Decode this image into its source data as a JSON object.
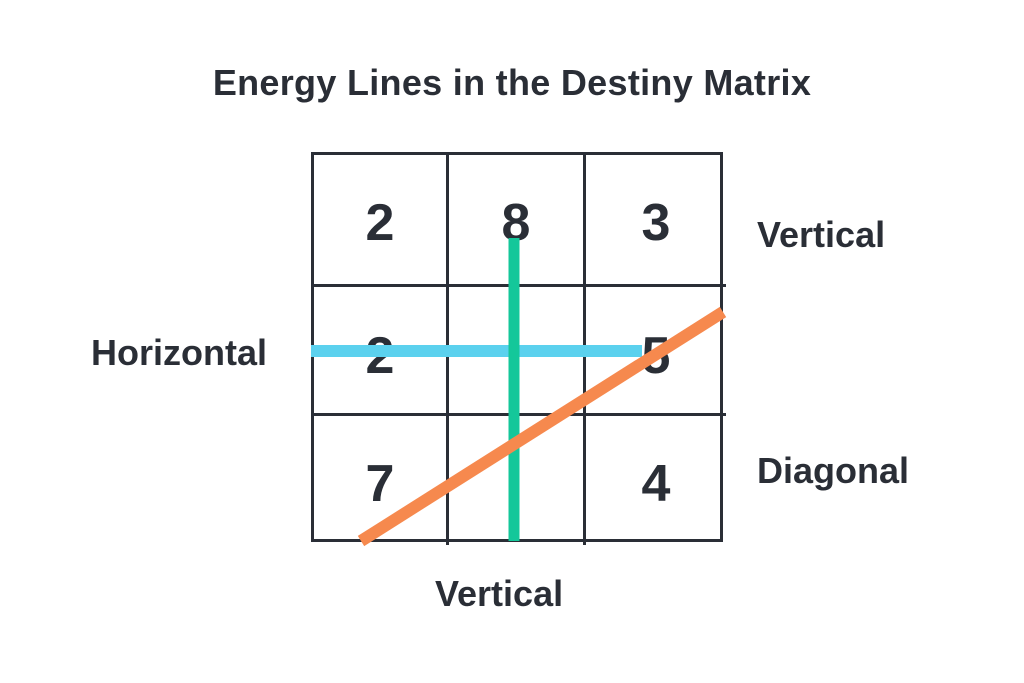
{
  "title": "Energy Lines in the Destiny Matrix",
  "matrix": {
    "rows": [
      [
        "2",
        "8",
        "3"
      ],
      [
        "2",
        "",
        "5"
      ],
      [
        "7",
        "",
        "4"
      ]
    ]
  },
  "labels": {
    "vertical_right": "Vertical",
    "horizontal": "Horizontal",
    "diagonal": "Diagonal",
    "vertical_bottom": "Vertical"
  },
  "colors": {
    "grid": "#2a2e36",
    "horizontal_line": "#5bd1ee",
    "vertical_line": "#14c79a",
    "diagonal_line": "#f6894e"
  }
}
